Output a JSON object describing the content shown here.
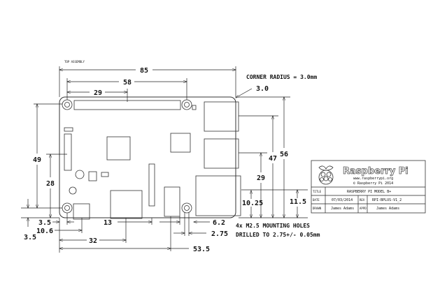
{
  "drawing": {
    "view_label": "TOP ASSEMBLY",
    "corner_radius_note": "CORNER RADIUS = 3.0mm",
    "mounting_note_1": "4x M2.5 MOUNTING HOLES",
    "mounting_note_2": "DRILLED TO 2.75+/- 0.05mm"
  },
  "dimensions": {
    "overall_width": "85",
    "hole_spacing_x": "58",
    "header_center": "29",
    "corner_radius": "3.0",
    "overall_height": "56",
    "usb_upper": "47",
    "usb_lower": "29",
    "ethernet": "11.5",
    "audio": "10.25",
    "left_hole_spacing_y": "49",
    "display_conn": "28",
    "hole_offset_y": "3.5",
    "hole_offset_x": "3.5",
    "power_usb": "10.6",
    "hdmi": "32",
    "camera": "13",
    "audio_x": "53.5",
    "audio_width": "6.2",
    "hole_diameter": "2.75"
  },
  "title_block": {
    "brand": "Raspberry Pi",
    "website": "www.raspberrypi.org",
    "copyright": "© Raspberry Pi 2014",
    "title_label": "TITLE",
    "title_value": "RASPBERRY PI MODEL B+",
    "date_label": "DATE",
    "date_value": "07/03/2014",
    "rev_label": "REV",
    "rev_value": "RPI-BPLUS-V1_2",
    "drawn_label": "DRAWN",
    "drawn_value": "James Adams",
    "appd_label": "APPD",
    "appd_value": "James Adams"
  }
}
